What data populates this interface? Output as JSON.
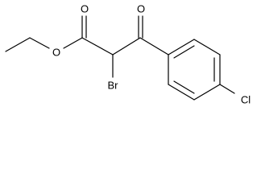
{
  "molecule": {
    "atoms": {
      "carbonyl_ketone_o": "O",
      "carbonyl_ester_o": "O",
      "ester_o": "O",
      "bromine": "Br",
      "chlorine": "Cl"
    }
  }
}
